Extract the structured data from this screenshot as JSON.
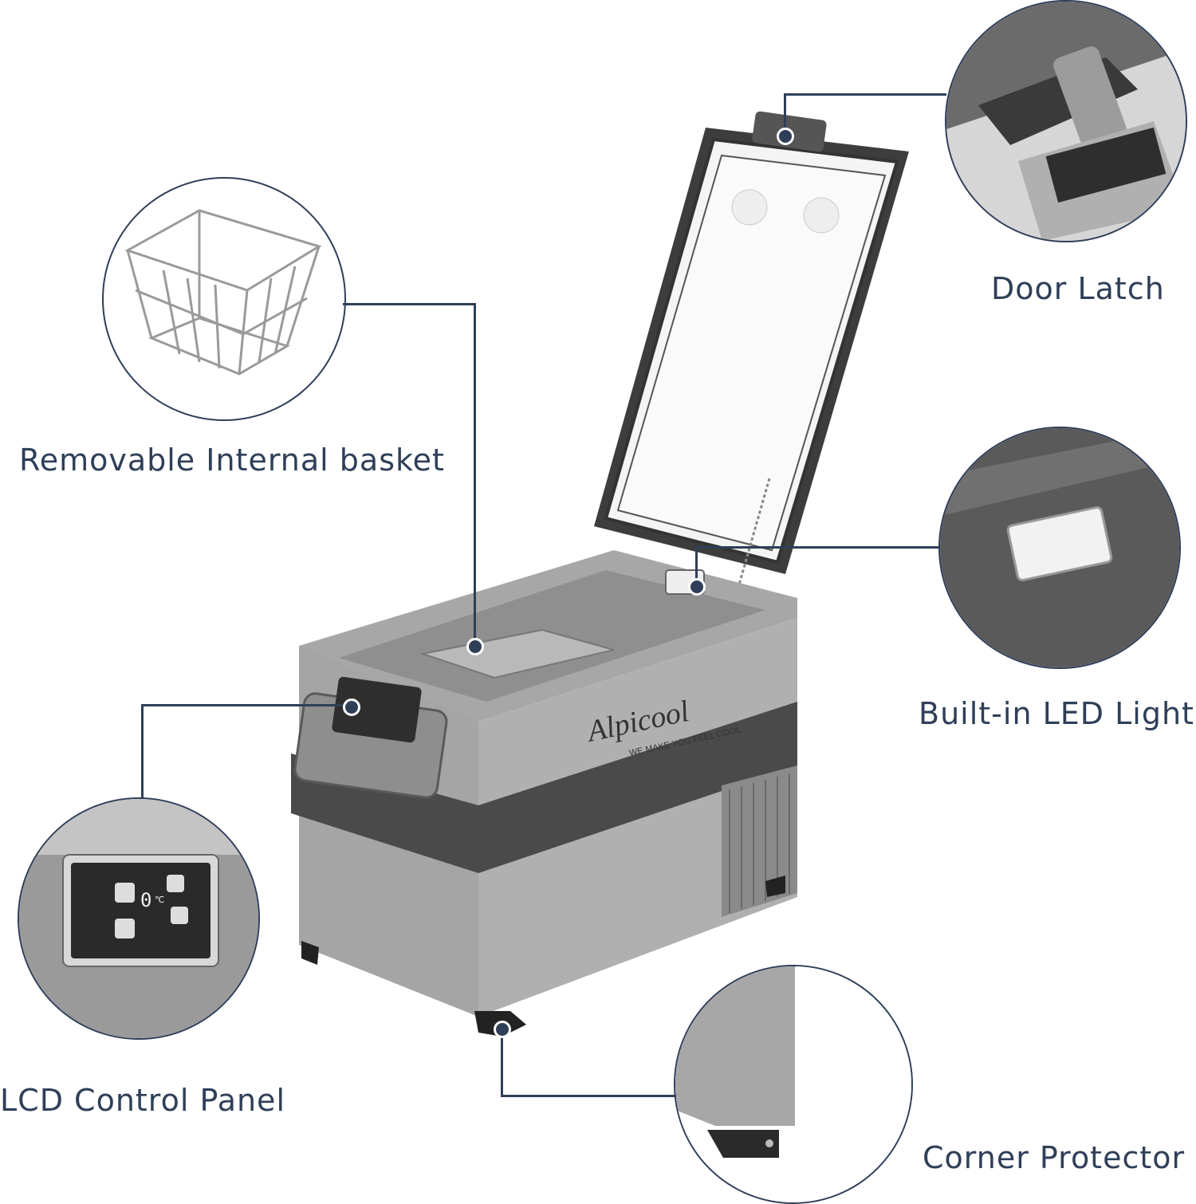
{
  "callouts": {
    "door_latch": "Door Latch",
    "basket": "Removable Internal basket",
    "led_light": "Built-in LED Light",
    "control_panel": "LCD Control Panel",
    "corner_protector": "Corner Protector"
  },
  "product": {
    "brand_logo": "Alpicool",
    "tagline": "WE MAKE YOU FEEL COOL",
    "display_temp": "0",
    "display_unit": "℃"
  },
  "colors": {
    "accent": "#2f3f58",
    "body_gray": "#a9a9a9",
    "band_dark": "#4a4a4a"
  }
}
